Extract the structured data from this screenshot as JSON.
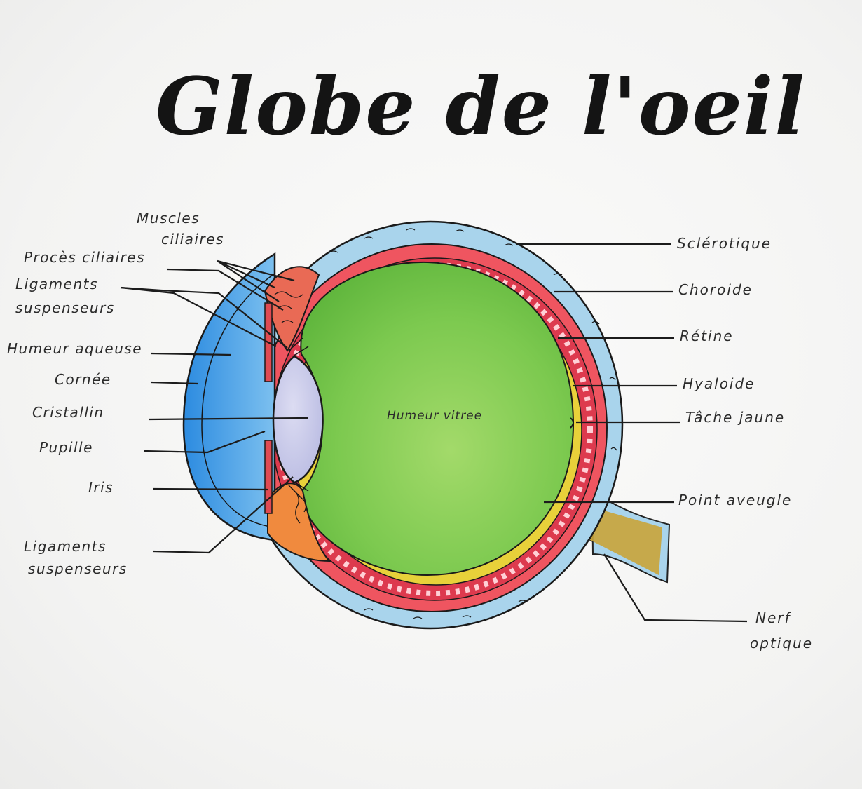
{
  "title": "Globe de l'oeil",
  "labels": {
    "muscles_ciliaires": [
      "Muscles",
      "ciliaires"
    ],
    "proces_ciliaires": "Procès ciliaires",
    "ligaments_haut": [
      "Ligaments",
      "suspenseurs"
    ],
    "humeur_aqueuse": "Humeur aqueuse",
    "cornee": "Cornée",
    "cristallin": "Cristallin",
    "pupille": "Pupille",
    "iris": "Iris",
    "ligaments_bas": [
      "Ligaments",
      "suspenseurs"
    ],
    "humeur_vitree": "Humeur vitree",
    "sclerotique": "Sclérotique",
    "choroide": "Choroide",
    "retine": "Rétine",
    "hyaloide": "Hyaloide",
    "tache_jaune": "Tâche jaune",
    "point_aveugle": "Point aveugle",
    "nerf_optique": [
      "Nerf",
      "optique"
    ]
  },
  "colors": {
    "sclera": "#a9d4ec",
    "cornea": "#3d9be0",
    "choroid": "#ef5560",
    "retina": "#dd3a4e",
    "vitreous": "#7cc94f",
    "lens": "#c9cbe8",
    "hyaloid": "#e8d13a",
    "optic_nerve": "#c9a43a"
  }
}
